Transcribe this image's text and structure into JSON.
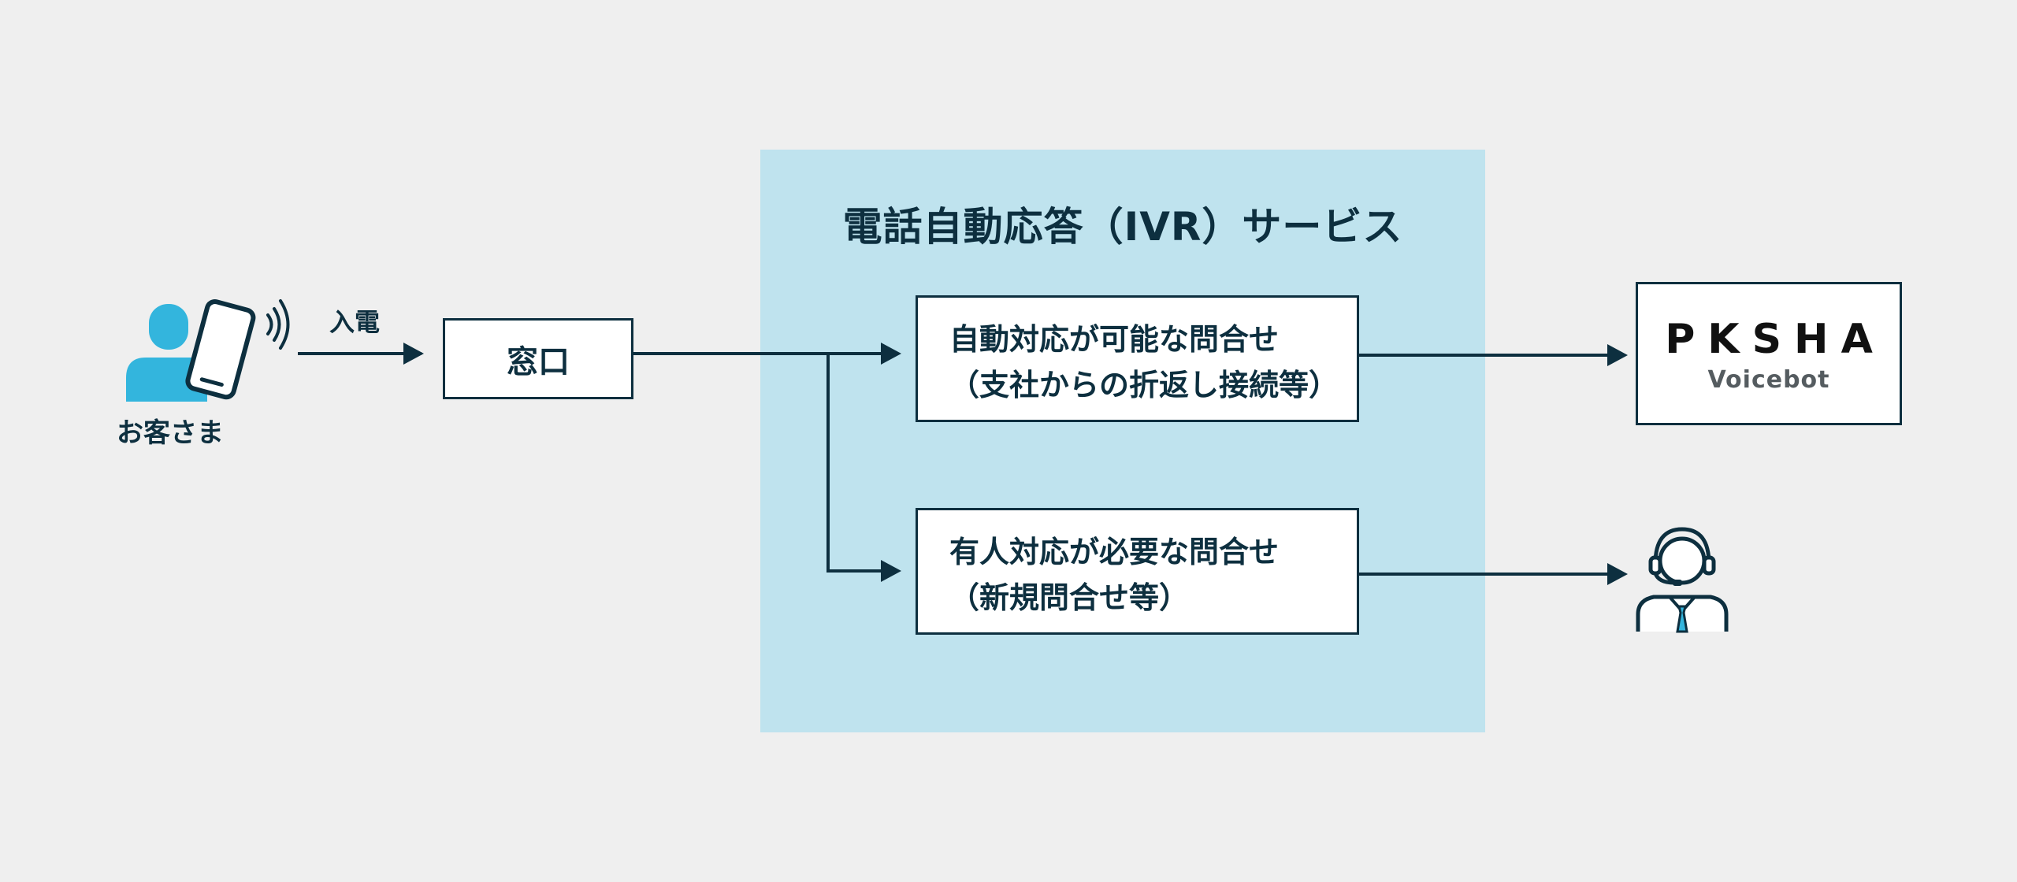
{
  "ivr": {
    "title": "電話自動応答（IVR）サービス"
  },
  "customer": {
    "label": "お客さま",
    "call_label": "入電"
  },
  "window": {
    "label": "窓口"
  },
  "auto_box": {
    "line1": "自動対応が可能な問合せ",
    "line2": "（支社からの折返し接続等）"
  },
  "human_box": {
    "line1": "有人対応が必要な問合せ",
    "line2": "（新規問合せ等）"
  },
  "pksha": {
    "logo": "PKSHA",
    "sub": "Voicebot"
  },
  "colors": {
    "background": "#efefef",
    "panel": "#bfe3ee",
    "ink": "#0d2f3f",
    "accent": "#33b5dd"
  },
  "icons": {
    "customer": "person-phone-icon",
    "operator": "headset-operator-icon"
  }
}
